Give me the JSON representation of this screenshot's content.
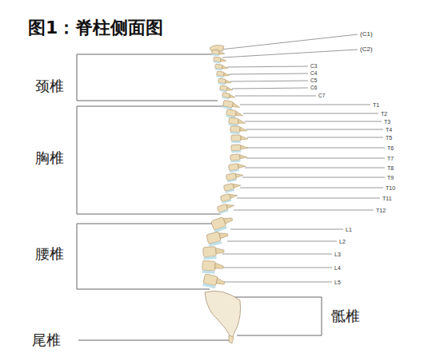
{
  "diagram": {
    "title": "图1：脊柱侧面图",
    "labels": [
      "(C1)",
      "(C2)",
      "C3",
      "C4",
      "C5",
      "C6",
      "C7",
      "T1",
      "T2",
      "T3",
      "T4",
      "T5",
      "T6",
      "T7",
      "T8",
      "T9",
      "T10",
      "T11",
      "T12",
      "L1",
      "L2",
      "L3",
      "L4",
      "L5",
      "颈椎",
      "胸椎",
      "腰椎",
      "骶椎",
      "尾椎"
    ]
  }
}
